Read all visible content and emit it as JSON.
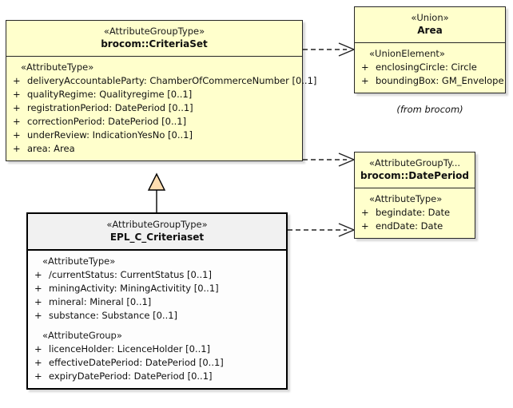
{
  "diagram": {
    "title": "UML class diagram",
    "background_color": "#ffffff",
    "class_fill_color": "#ffffcc",
    "highlight_fill_color": "#fdfdfd",
    "border_color": "#262626",
    "generalization_arrow_fill": "#ffddb0"
  },
  "classes": {
    "criteriaset": {
      "stereotype": "«AttributeGroupType»",
      "name": "brocom::CriteriaSet",
      "compartments": [
        {
          "stereotype": "«AttributeType»",
          "attributes": [
            {
              "visibility": "+",
              "text": "deliveryAccountableParty: ChamberOfCommerceNumber [0..1]"
            },
            {
              "visibility": "+",
              "text": "qualityRegime: Qualityregime [0..1]"
            },
            {
              "visibility": "+",
              "text": "registrationPeriod: DatePeriod [0..1]"
            },
            {
              "visibility": "+",
              "text": "correctionPeriod: DatePeriod [0..1]"
            },
            {
              "visibility": "+",
              "text": "underReview: IndicationYesNo [0..1]"
            },
            {
              "visibility": "+",
              "text": "area: Area"
            }
          ]
        }
      ]
    },
    "area": {
      "stereotype": "«Union»",
      "name": "Area",
      "compartments": [
        {
          "stereotype": "«UnionElement»",
          "attributes": [
            {
              "visibility": "+",
              "text": "enclosingCircle: Circle"
            },
            {
              "visibility": "+",
              "text": "boundingBox: GM_Envelope"
            }
          ]
        }
      ],
      "note": "(from brocom)"
    },
    "dateperiod": {
      "stereotype": "«AttributeGroupTy...",
      "name": "brocom::DatePeriod",
      "compartments": [
        {
          "stereotype": "«AttributeType»",
          "attributes": [
            {
              "visibility": "+",
              "text": "begindate: Date"
            },
            {
              "visibility": "+",
              "text": "endDate: Date"
            }
          ]
        }
      ]
    },
    "epl_c_criteriaset": {
      "stereotype": "«AttributeGroupType»",
      "name": "EPL_C_Criteriaset",
      "compartments": [
        {
          "stereotype": "«AttributeType»",
          "attributes": [
            {
              "visibility": "+",
              "text": "/currentStatus: CurrentStatus [0..1]"
            },
            {
              "visibility": "+",
              "text": "miningActivity: MiningActivitity [0..1]"
            },
            {
              "visibility": "+",
              "text": "mineral: Mineral [0..1]"
            },
            {
              "visibility": "+",
              "text": "substance: Substance [0..1]"
            }
          ]
        },
        {
          "stereotype": "«AttributeGroup»",
          "attributes": [
            {
              "visibility": "+",
              "text": "licenceHolder: LicenceHolder [0..1]"
            },
            {
              "visibility": "+",
              "text": "effectiveDatePeriod: DatePeriod [0..1]"
            },
            {
              "visibility": "+",
              "text": "expiryDatePeriod: DatePeriod [0..1]"
            }
          ]
        }
      ]
    }
  },
  "relations": [
    {
      "name": "criteriaset-to-area",
      "type": "dependency",
      "source": "brocom::CriteriaSet",
      "target": "Area"
    },
    {
      "name": "criteriaset-to-dateperiod",
      "type": "dependency",
      "source": "brocom::CriteriaSet",
      "target": "brocom::DatePeriod"
    },
    {
      "name": "eplcriteriaset-to-dateperiod",
      "type": "dependency",
      "source": "EPL_C_Criteriaset",
      "target": "brocom::DatePeriod"
    },
    {
      "name": "eplcriteriaset-generalizes-criteriaset",
      "type": "generalization",
      "source": "EPL_C_Criteriaset",
      "target": "brocom::CriteriaSet"
    }
  ]
}
